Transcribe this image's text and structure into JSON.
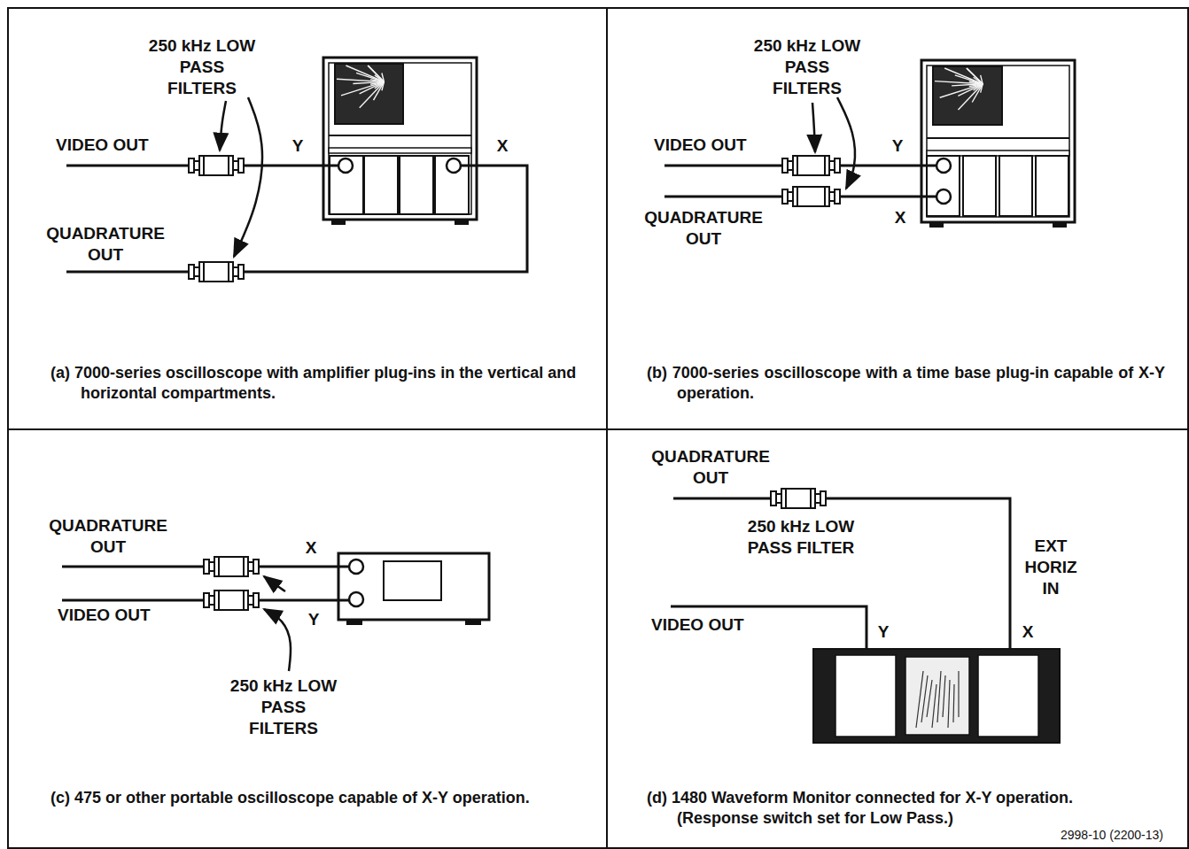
{
  "diagram": {
    "nodes": [
      {
        "text": [
          "(a) 7000-series oscilloscope with amplifier plug-ins in the vertical and horizontal compartments."
        ]
      },
      {
        "text": [
          "(b) 7000-series oscilloscope with a time base plug-in capable of X-Y operation."
        ]
      },
      {
        "text": [
          "(c) 475 or other portable oscilloscope capable of X-Y operation."
        ]
      },
      {
        "text": [
          "(d) 1480 Waveform Monitor connected for X-Y operation. (Response switch set for Low Pass.)"
        ]
      }
    ],
    "labels": [
      "250 kHz LOW PASS FILTERS",
      "VIDEO OUT",
      "Y",
      "X",
      "QUADRATURE OUT",
      "250 kHz LOW PASS FILTERS",
      "VIDEO OUT",
      "Y",
      "QUADRATURE OUT",
      "X",
      "QUADRATURE OUT",
      "X",
      "VIDEO OUT",
      "Y",
      "250 kHz LOW PASS FILTERS",
      "QUADRATURE OUT",
      "250 kHz LOW PASS FILTER",
      "EXT HORIZ IN",
      "VIDEO OUT",
      "Y",
      "X",
      "2998-10 (2200-13)"
    ]
  }
}
